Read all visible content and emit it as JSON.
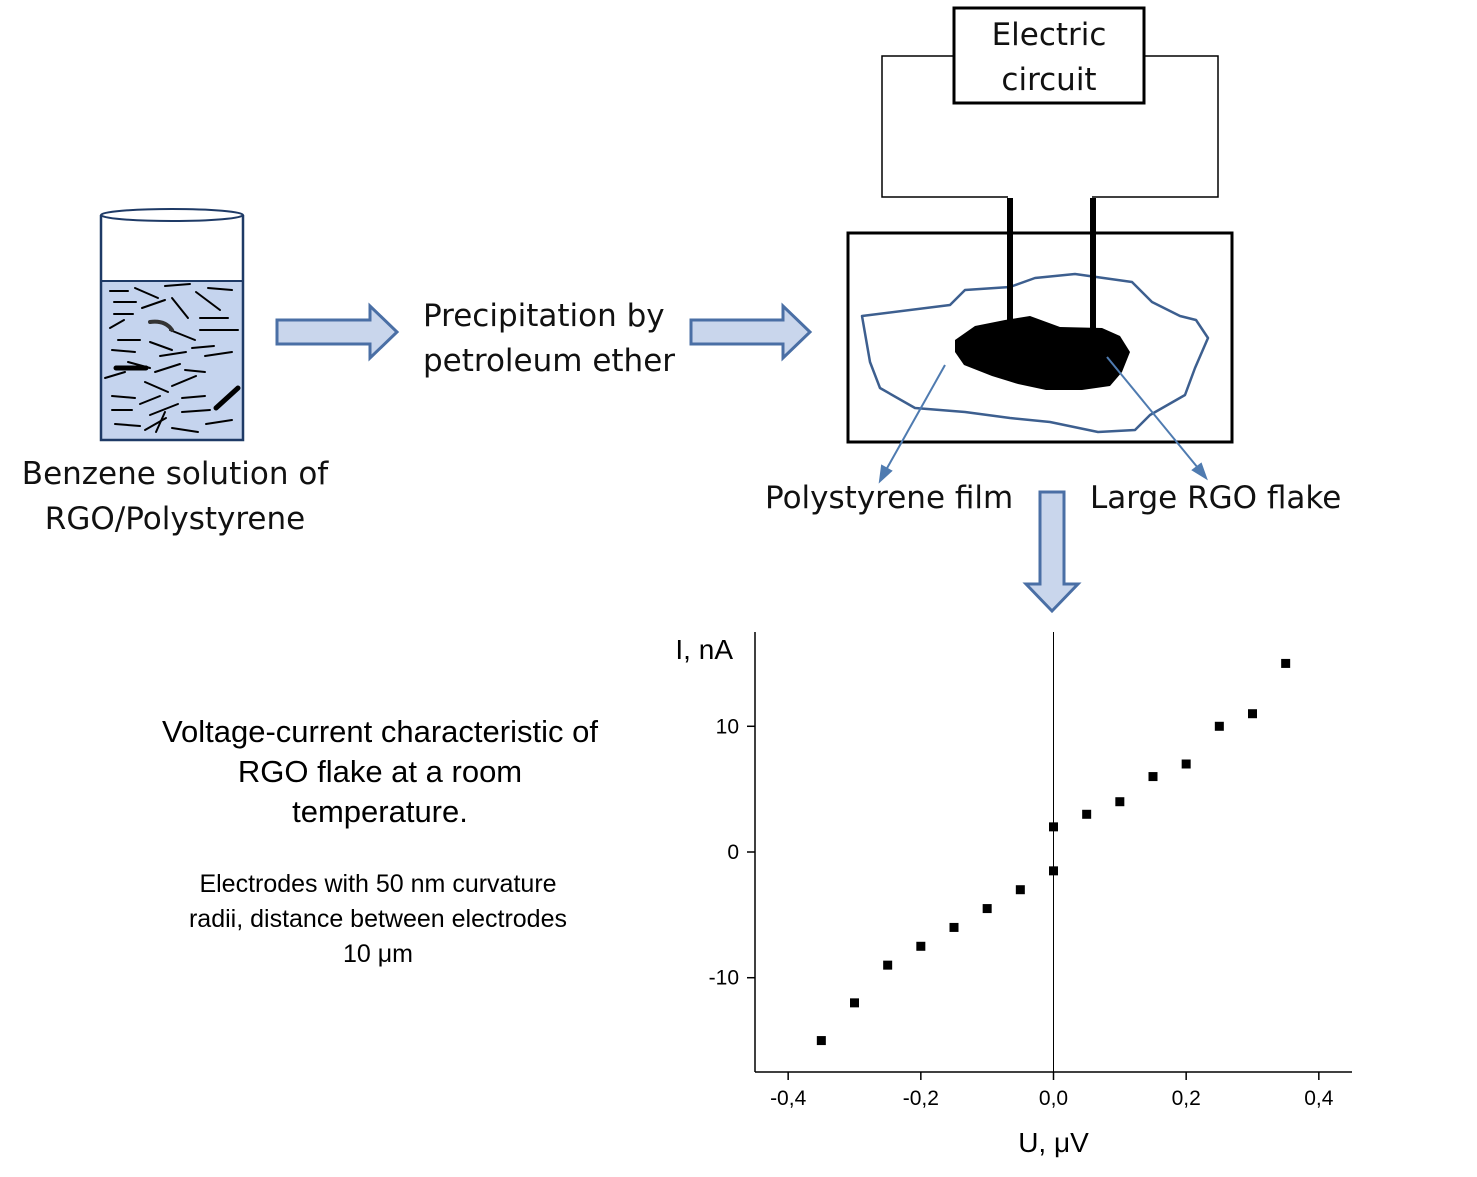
{
  "beaker_caption": [
    "Benzene solution of",
    "RGO/Polystyrene"
  ],
  "process_step": [
    "Precipitation by",
    "petroleum ether"
  ],
  "circuit_box_label": [
    "Electric",
    "circuit"
  ],
  "film_label": "Polystyrene film",
  "flake_label": "Large RGO flake",
  "chart_title": [
    "Voltage-current characteristic of",
    "RGO flake at a room",
    "temperature."
  ],
  "chart_note": [
    "Electrodes with 50 nm curvature",
    "radii, distance between electrodes",
    "10 μm"
  ],
  "colors": {
    "arrow_fill": "#c9d6ec",
    "arrow_stroke": "#4a6fa5",
    "solution_fill": "#c5d4ee",
    "film_outline": "#3d5f8f",
    "flake_fill": "#000000"
  },
  "chart_data": {
    "type": "scatter",
    "xlabel": "U, μV",
    "ylabel": "I, nA",
    "xlim": [
      -0.45,
      0.45
    ],
    "ylim": [
      -17.5,
      17.5
    ],
    "x_ticks": [
      -0.4,
      -0.2,
      0.0,
      0.2,
      0.4
    ],
    "x_tick_labels": [
      "-0,4",
      "-0,2",
      "0,0",
      "0,2",
      "0,4"
    ],
    "y_ticks": [
      -10,
      0,
      10
    ],
    "y_tick_labels": [
      "-10",
      "0",
      "10"
    ],
    "grid": false,
    "points": [
      {
        "x": -0.35,
        "y": -15
      },
      {
        "x": -0.3,
        "y": -12
      },
      {
        "x": -0.25,
        "y": -9
      },
      {
        "x": -0.2,
        "y": -7.5
      },
      {
        "x": -0.15,
        "y": -6
      },
      {
        "x": -0.1,
        "y": -4.5
      },
      {
        "x": -0.05,
        "y": -3
      },
      {
        "x": 0.0,
        "y": -1.5
      },
      {
        "x": 0.0,
        "y": 2
      },
      {
        "x": 0.05,
        "y": 3
      },
      {
        "x": 0.1,
        "y": 4
      },
      {
        "x": 0.15,
        "y": 6
      },
      {
        "x": 0.2,
        "y": 7
      },
      {
        "x": 0.25,
        "y": 10
      },
      {
        "x": 0.3,
        "y": 11
      },
      {
        "x": 0.35,
        "y": 15
      }
    ]
  }
}
